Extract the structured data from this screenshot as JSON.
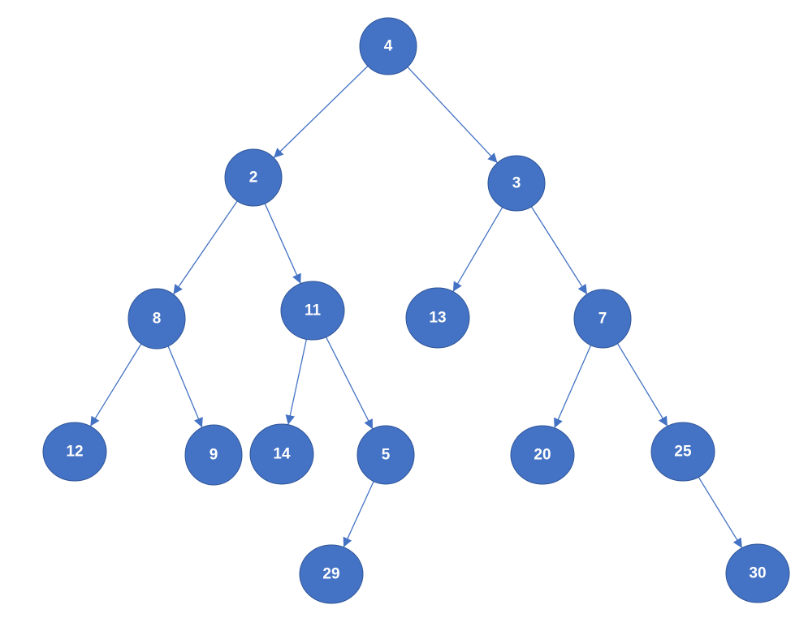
{
  "colors": {
    "node_fill": "#4472c4",
    "node_stroke": "#2f5597",
    "edge": "#4472c4",
    "label": "#ffffff"
  },
  "tree": {
    "root": "n4",
    "nodes": [
      {
        "id": "n4",
        "label": "4",
        "depth": 0
      },
      {
        "id": "n2",
        "label": "2",
        "depth": 1
      },
      {
        "id": "n3",
        "label": "3",
        "depth": 1
      },
      {
        "id": "n8",
        "label": "8",
        "depth": 2
      },
      {
        "id": "n11",
        "label": "11",
        "depth": 2
      },
      {
        "id": "n13",
        "label": "13",
        "depth": 2
      },
      {
        "id": "n7",
        "label": "7",
        "depth": 2
      },
      {
        "id": "n12",
        "label": "12",
        "depth": 3
      },
      {
        "id": "n9",
        "label": "9",
        "depth": 3
      },
      {
        "id": "n14",
        "label": "14",
        "depth": 3
      },
      {
        "id": "n5",
        "label": "5",
        "depth": 3
      },
      {
        "id": "n20",
        "label": "20",
        "depth": 3
      },
      {
        "id": "n25",
        "label": "25",
        "depth": 3
      },
      {
        "id": "n29",
        "label": "29",
        "depth": 4
      },
      {
        "id": "n30",
        "label": "30",
        "depth": 4
      }
    ],
    "edges": [
      {
        "from": "n4",
        "to": "n2"
      },
      {
        "from": "n4",
        "to": "n3"
      },
      {
        "from": "n2",
        "to": "n8"
      },
      {
        "from": "n2",
        "to": "n11"
      },
      {
        "from": "n3",
        "to": "n13"
      },
      {
        "from": "n3",
        "to": "n7"
      },
      {
        "from": "n8",
        "to": "n12"
      },
      {
        "from": "n8",
        "to": "n9"
      },
      {
        "from": "n11",
        "to": "n14"
      },
      {
        "from": "n11",
        "to": "n5"
      },
      {
        "from": "n7",
        "to": "n20"
      },
      {
        "from": "n7",
        "to": "n25"
      },
      {
        "from": "n5",
        "to": "n29"
      },
      {
        "from": "n25",
        "to": "n30"
      }
    ]
  }
}
